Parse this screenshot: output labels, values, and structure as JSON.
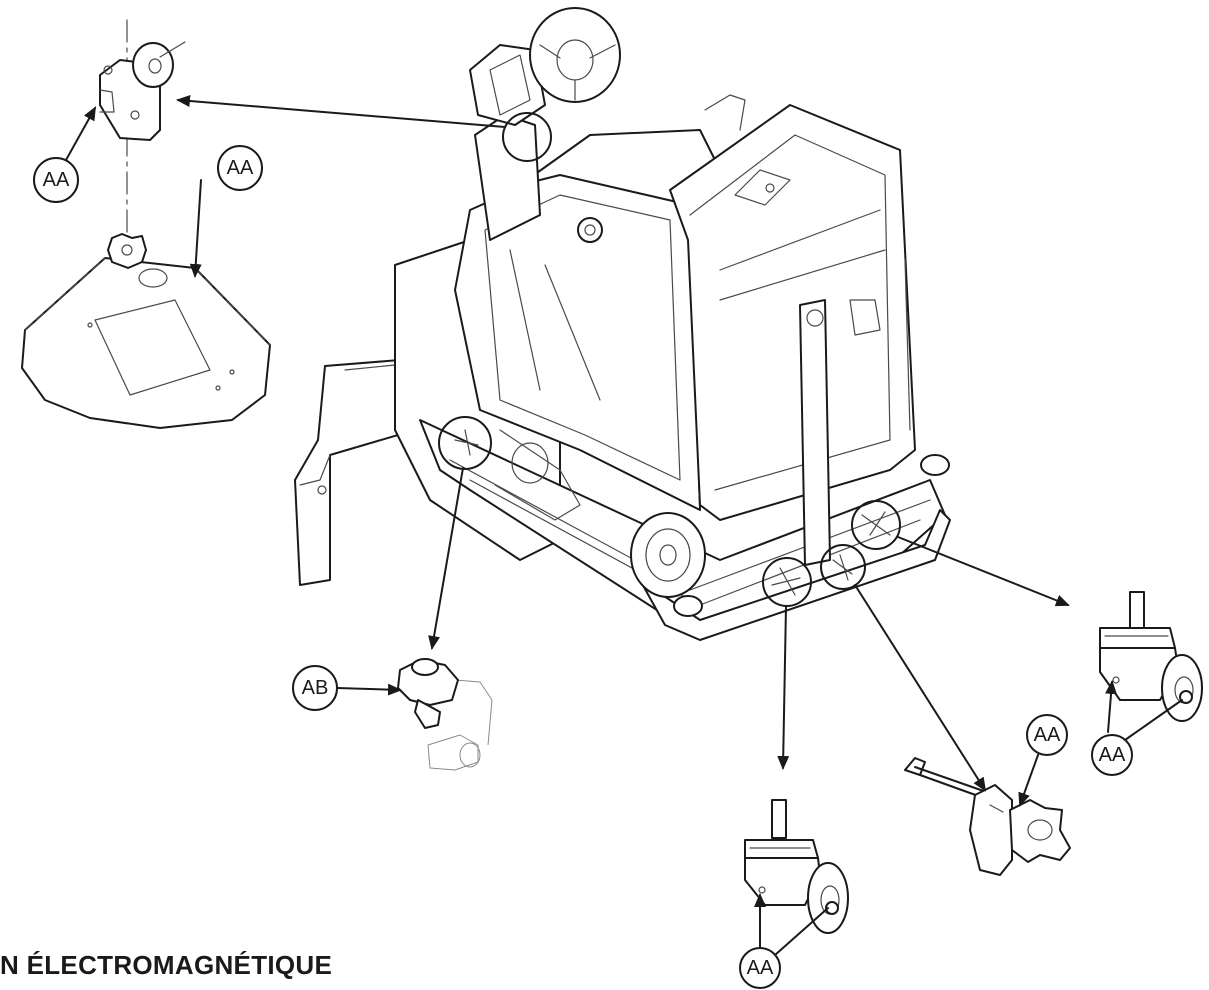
{
  "title": "N ÉLECTROMAGNÉTIQUE",
  "callouts": [
    {
      "id": "c1",
      "label": "AA"
    },
    {
      "id": "c2",
      "label": "AA"
    },
    {
      "id": "c3",
      "label": "AB"
    },
    {
      "id": "c4",
      "label": "AA"
    },
    {
      "id": "c5",
      "label": "AA"
    },
    {
      "id": "c6",
      "label": "AA"
    }
  ],
  "colors": {
    "line": "#1a1a1a",
    "background": "#ffffff"
  }
}
